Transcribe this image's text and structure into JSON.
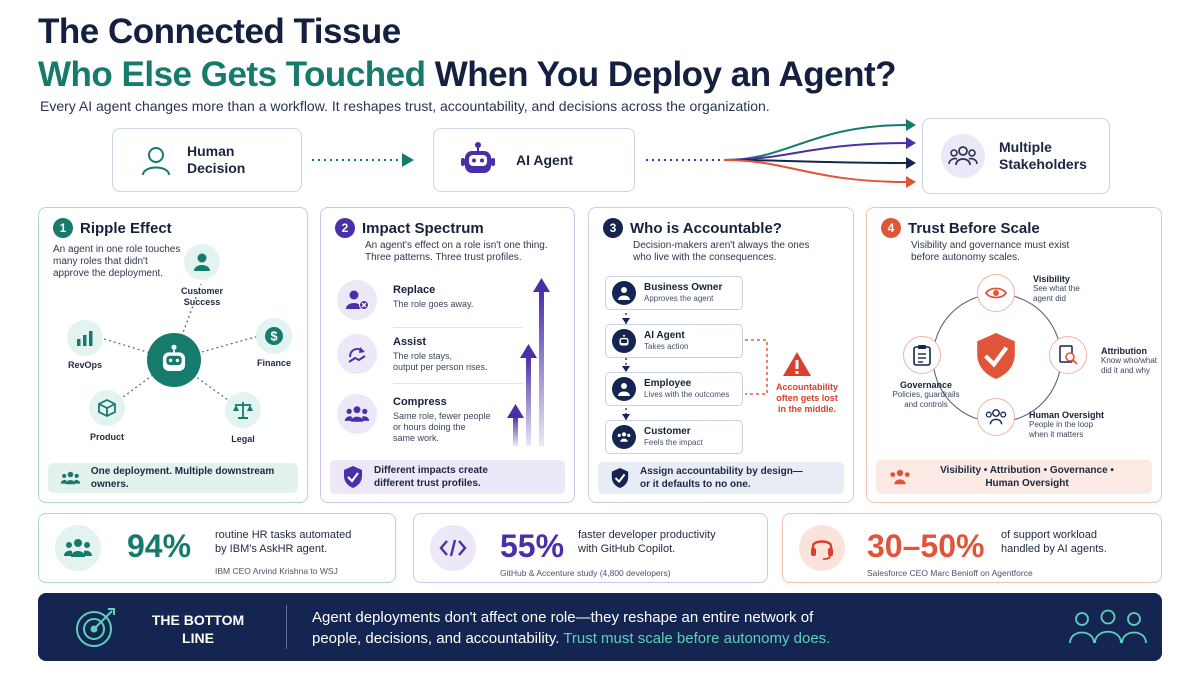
{
  "header": {
    "title_line1": "The Connected Tissue",
    "title_line2_highlight": "Who Else Gets Touched",
    "title_line2_rest": " When You Deploy an Agent?",
    "subtitle": "Every AI agent changes more than a workflow. It reshapes trust, accountability, and decisions across the organization."
  },
  "flow": {
    "human": "Human Decision",
    "human_l1": "Human",
    "human_l2": "Decision",
    "agent": "AI Agent",
    "stake_l1": "Multiple",
    "stake_l2": "Stakeholders"
  },
  "panel1": {
    "num": "1",
    "title": "Ripple Effect",
    "desc_l1": "An agent in one role touches",
    "desc_l2": "many roles that didn't",
    "desc_l3": "approve the deployment.",
    "roles": {
      "cs_l1": "Customer",
      "cs_l2": "Success",
      "revops": "RevOps",
      "finance": "Finance",
      "product": "Product",
      "legal": "Legal"
    },
    "footer": "One deployment. Multiple downstream owners."
  },
  "panel2": {
    "num": "2",
    "title": "Impact Spectrum",
    "desc_l1": "An agent's effect on a role isn't one thing.",
    "desc_l2": "Three patterns. Three trust profiles.",
    "items": [
      {
        "title": "Replace",
        "l1": "The role goes away.",
        "l2": "",
        "l3": ""
      },
      {
        "title": "Assist",
        "l1": "The role stays,",
        "l2": "output per person rises.",
        "l3": ""
      },
      {
        "title": "Compress",
        "l1": "Same role, fewer people",
        "l2": "or hours doing the",
        "l3": "same work."
      }
    ],
    "footer_l1": "Different impacts create",
    "footer_l2": "different trust profiles."
  },
  "panel3": {
    "num": "3",
    "title": "Who is Accountable?",
    "desc_l1": "Decision-makers aren't always the ones",
    "desc_l2": "who live with the consequences.",
    "chain": [
      {
        "title": "Business Owner",
        "sub": "Approves the agent"
      },
      {
        "title": "AI Agent",
        "sub": "Takes action"
      },
      {
        "title": "Employee",
        "sub": "Lives with the outcomes"
      },
      {
        "title": "Customer",
        "sub": "Feels the impact"
      }
    ],
    "warning_l1": "Accountability",
    "warning_l2": "often gets lost",
    "warning_l3": "in the middle.",
    "footer_l1": "Assign accountability by design—",
    "footer_l2": "or it defaults to no one."
  },
  "panel4": {
    "num": "4",
    "title": "Trust Before Scale",
    "desc_l1": "Visibility and governance must exist",
    "desc_l2": "before autonomy scales.",
    "visibility": {
      "title": "Visibility",
      "l1": "See what the",
      "l2": "agent did"
    },
    "attribution": {
      "title": "Attribution",
      "l1": "Know who/what",
      "l2": "did it and why"
    },
    "governance": {
      "title": "Governance",
      "l1": "Policies, guardrails",
      "l2": "and controls"
    },
    "oversight": {
      "title": "Human Oversight",
      "l1": "People in the loop",
      "l2": "when it matters"
    },
    "footer_l1": "Visibility  •  Attribution  •  Governance  •",
    "footer_l2": "Human Oversight"
  },
  "stats": [
    {
      "value": "94%",
      "l1": "routine HR tasks automated",
      "l2": "by IBM's AskHR agent.",
      "source": "IBM CEO Arvind Krishna to WSJ",
      "color": "#167a6c"
    },
    {
      "value": "55%",
      "l1": "faster developer productivity",
      "l2": "with GitHub Copilot.",
      "source": "GitHub & Accenture study (4,800 developers)",
      "color": "#4b2fa8"
    },
    {
      "value": "30–50%",
      "l1": "of support workload",
      "l2": "handled by AI agents.",
      "source": "Salesforce CEO Marc Benioff on Agentforce",
      "color": "#e0553a"
    }
  ],
  "bottom": {
    "label_l1": "THE BOTTOM",
    "label_l2": "LINE",
    "text_l1": "Agent deployments don't affect one role—they reshape an entire network of",
    "text_l2a": "people, decisions, and accountability. ",
    "text_l2b": "Trust must scale before autonomy does."
  },
  "colors": {
    "teal": "#167a6c",
    "purple": "#4b2fa8",
    "navy": "#142552",
    "orange": "#e0553a",
    "red": "#d9402b"
  },
  "icons": [
    "user-icon",
    "robot-icon",
    "group-icon",
    "bar-chart-icon",
    "dollar-icon",
    "box-icon",
    "scales-icon",
    "person-x-icon",
    "assist-icon",
    "group-compress-icon",
    "shield-check-icon",
    "warning-icon",
    "eye-icon",
    "clipboard-icon",
    "search-doc-icon",
    "code-icon",
    "headset-icon",
    "target-icon"
  ]
}
